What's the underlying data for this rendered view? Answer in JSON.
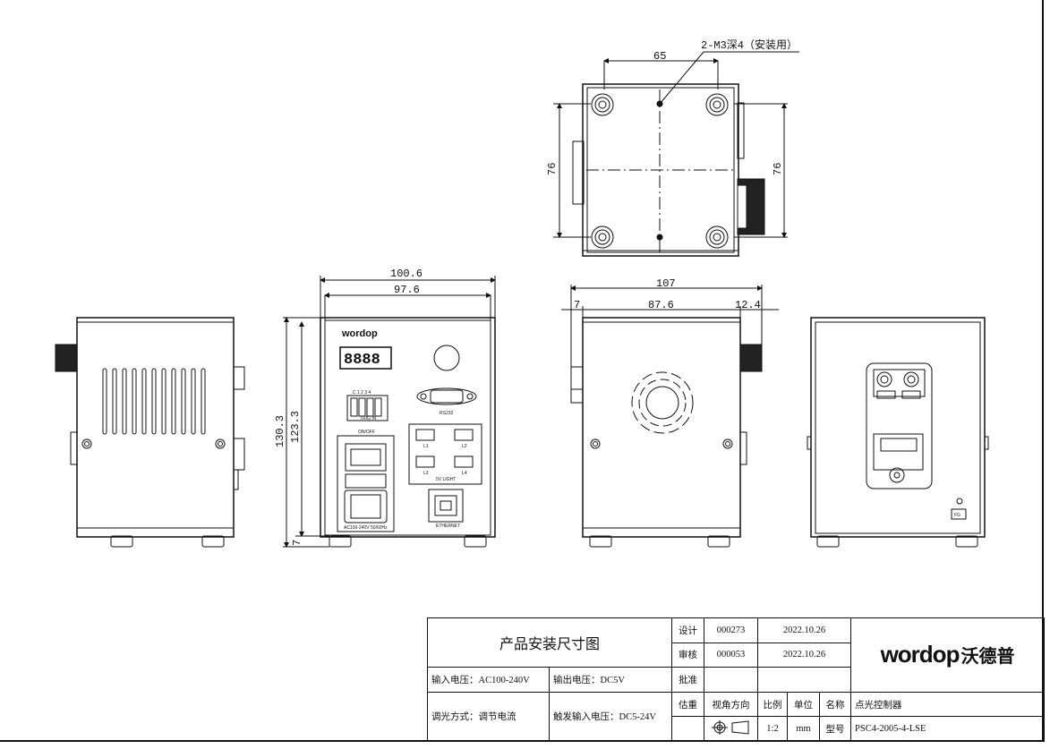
{
  "dimensions": {
    "top": {
      "width_holes": "65",
      "height_left": "76",
      "height_right": "76",
      "hole_note": "2-M3深4（安装用）"
    },
    "front": {
      "overall_width": "100.6",
      "body_width": "97.6",
      "overall_height": "130.3",
      "body_height": "123.3",
      "feet_height": "7"
    },
    "side": {
      "overall_width": "107",
      "left_offset": "7",
      "body_depth": "87.6",
      "right_offset": "12.4"
    }
  },
  "panel": {
    "logo": "wordop",
    "display": "8888",
    "trig_label": "TRIG IN",
    "trig_pins": "C 1 2 3 4",
    "rs232_label": "RS232",
    "onoff_label": "ON/OFF",
    "power_label": "AC100-240V 50/60Hz",
    "light_label": "5V LIGHT",
    "ports": [
      "L1",
      "L2",
      "L3",
      "L4"
    ],
    "ethernet_label": "ETHERNET",
    "fg_label": "FG"
  },
  "titleblock": {
    "title": "产品安装尺寸图",
    "design_label": "设计",
    "design_id": "000273",
    "design_date": "2022.10.26",
    "review_label": "审核",
    "review_id": "000053",
    "review_date": "2022.10.26",
    "approve_label": "批准",
    "input_voltage": "输入电压：AC100-240V",
    "output_voltage": "输出电压：DC5V",
    "dimming": "调光方式：调节电流",
    "trigger_voltage": "触发输入电压：DC5-24V",
    "weight_label": "估重",
    "view_label": "视角方向",
    "scale_label": "比例",
    "unit_label": "单位",
    "name_label": "名称",
    "name_value": "点光控制器",
    "scale_value": "1:2",
    "unit_value": "mm",
    "model_label": "型号",
    "model_value": "PSC4-2005-4-LSE",
    "logo_text": "wordop",
    "logo_cn": "沃德普"
  }
}
